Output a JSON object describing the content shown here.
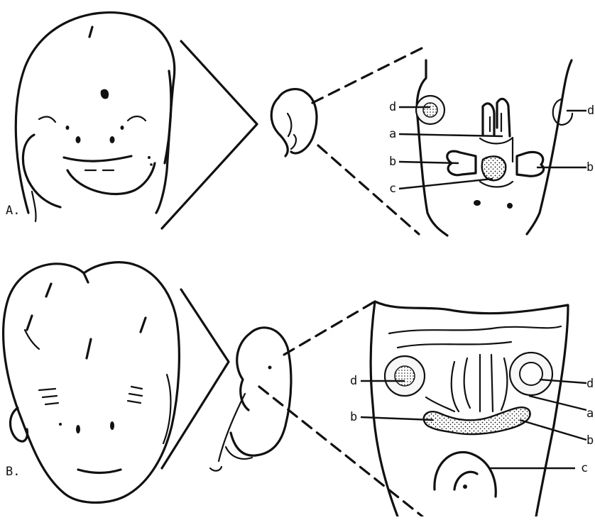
{
  "panels": [
    {
      "id": "A",
      "panel_label": "A.",
      "callouts": {
        "d_left": "d",
        "d_right": "d",
        "a": "a",
        "b_left": "b",
        "b_right": "b",
        "c": "c"
      }
    },
    {
      "id": "B",
      "panel_label": "B.",
      "callouts": {
        "d_left": "d",
        "d_right": "d",
        "a": "a",
        "b_left": "b",
        "b_right": "b",
        "c": "c"
      }
    }
  ]
}
